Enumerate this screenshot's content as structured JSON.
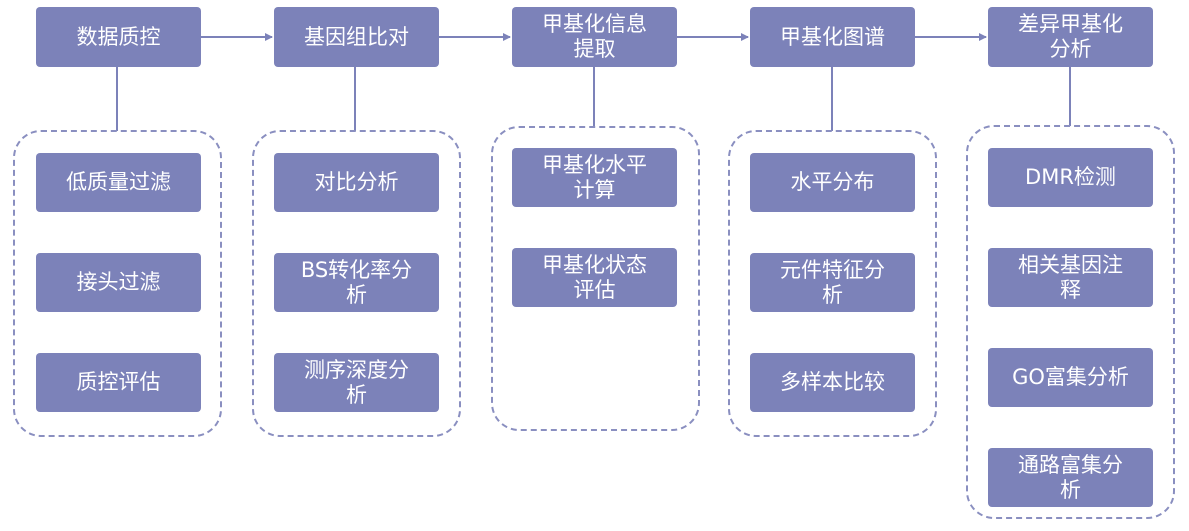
{
  "colors": {
    "box_fill": "#7c82b9",
    "box_text": "#ffffff",
    "connector": "#7c82b9",
    "group_border": "#8a8fc0"
  },
  "stages": [
    {
      "id": "qc",
      "label": "数据质控",
      "steps": [
        "低质量过滤",
        "接头过滤",
        "质控评估"
      ]
    },
    {
      "id": "align",
      "label": "基因组比对",
      "steps": [
        "对比分析",
        "BS转化率分析",
        "测序深度分析"
      ]
    },
    {
      "id": "extract",
      "label": "甲基化信息提取",
      "steps": [
        "甲基化水平计算",
        "甲基化状态评估"
      ]
    },
    {
      "id": "map",
      "label": "甲基化图谱",
      "steps": [
        "水平分布",
        "元件特征分析",
        "多样本比较"
      ]
    },
    {
      "id": "diff",
      "label": "差异甲基化分析",
      "steps": [
        "DMR检测",
        "相关基因注释",
        "GO富集分析",
        "通路富集分析"
      ]
    }
  ]
}
